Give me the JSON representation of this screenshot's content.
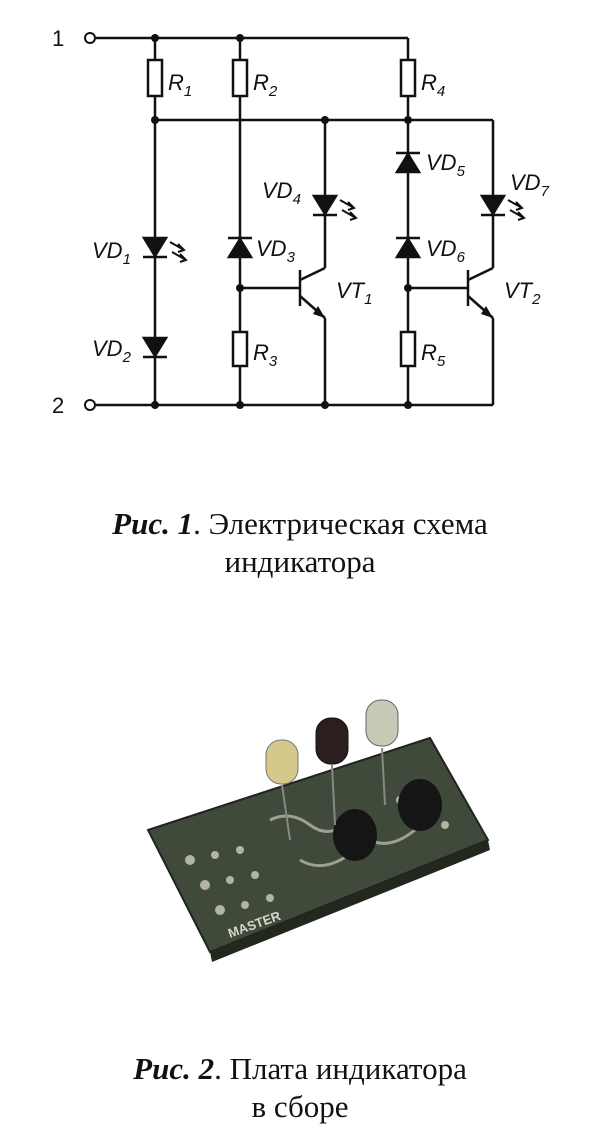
{
  "schematic": {
    "terminals": [
      "1",
      "2"
    ],
    "components": {
      "R1": {
        "name": "R",
        "sub": "1"
      },
      "R2": {
        "name": "R",
        "sub": "2"
      },
      "R3": {
        "name": "R",
        "sub": "3"
      },
      "R4": {
        "name": "R",
        "sub": "4"
      },
      "R5": {
        "name": "R",
        "sub": "5"
      },
      "VD1": {
        "name": "VD",
        "sub": "1"
      },
      "VD2": {
        "name": "VD",
        "sub": "2"
      },
      "VD3": {
        "name": "VD",
        "sub": "3"
      },
      "VD4": {
        "name": "VD",
        "sub": "4"
      },
      "VD5": {
        "name": "VD",
        "sub": "5"
      },
      "VD6": {
        "name": "VD",
        "sub": "6"
      },
      "VD7": {
        "name": "VD",
        "sub": "7"
      },
      "VT1": {
        "name": "VT",
        "sub": "1"
      },
      "VT2": {
        "name": "VT",
        "sub": "2"
      }
    }
  },
  "figure1": {
    "label": "Рис. 1",
    "text_line1": ". Электрическая схема",
    "text_line2": "индикатора"
  },
  "figure2": {
    "label": "Рис. 2",
    "text_line1": ". Плата индикатора",
    "text_line2": "в сборе"
  },
  "board_marking": "MASTER"
}
